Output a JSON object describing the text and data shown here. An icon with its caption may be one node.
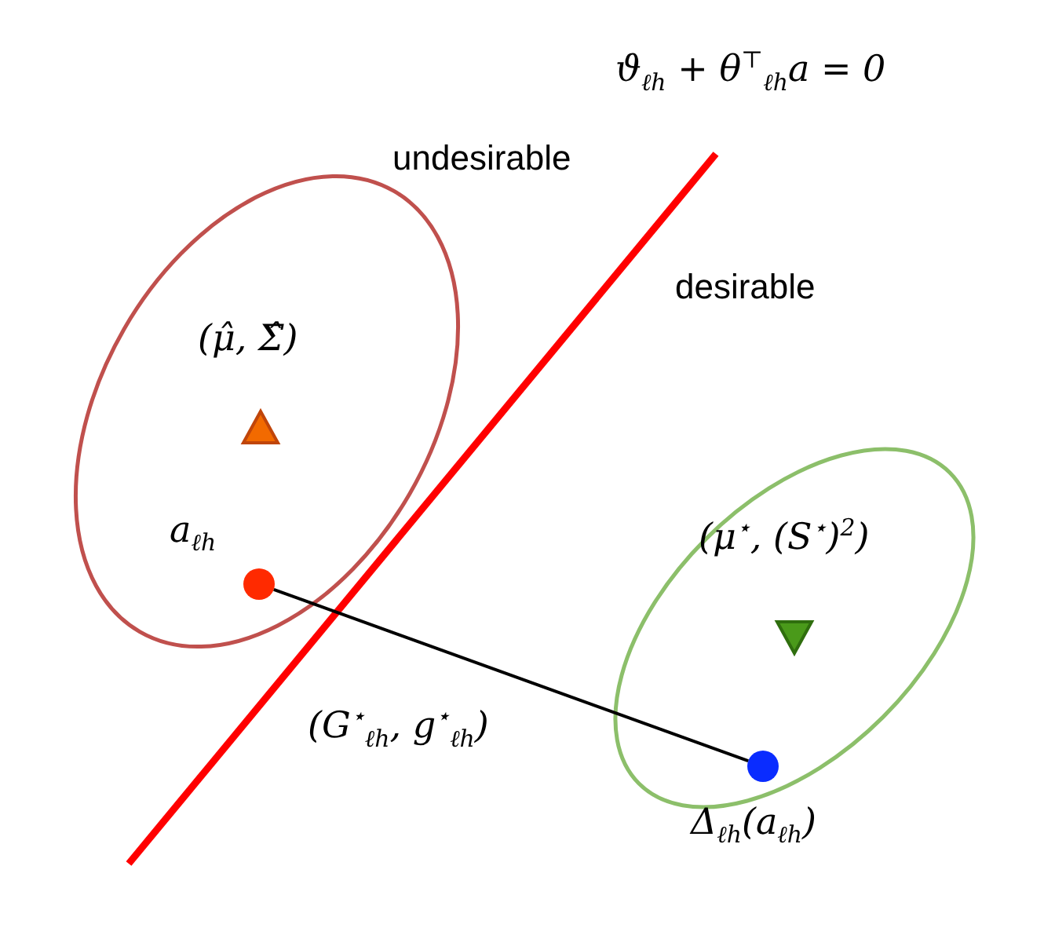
{
  "diagram": {
    "nodes": [
      {
        "text": [
          "(μ̂, Σ̂)"
        ]
      },
      {
        "text": [],
        "shape": "triangle",
        "in": 0
      },
      {
        "text": [
          "a$_{ℓh}$"
        ],
        "in": 0
      },
      {
        "text": [
          "(μ$^{⋆}$, (S$^{⋆}$)$^{2}$)"
        ]
      },
      {
        "text": [],
        "shape": "triangle",
        "in": 3
      },
      {
        "text": [
          "Δ$_{ℓh}$(a$_{ℓh}$)"
        ],
        "in": 3
      }
    ],
    "edges": [
      {
        "from": 2,
        "to": 5,
        "arrow": "none",
        "label": "(G$^{⋆}$$_{ℓh}$, g$^{⋆}$$_{ℓh}$)"
      }
    ],
    "labels": [
      "ϑ$_{ℓh}$ + θ$^{⊤}$$_{ℓh}$a = 0",
      "undesirable",
      "desirable"
    ]
  }
}
